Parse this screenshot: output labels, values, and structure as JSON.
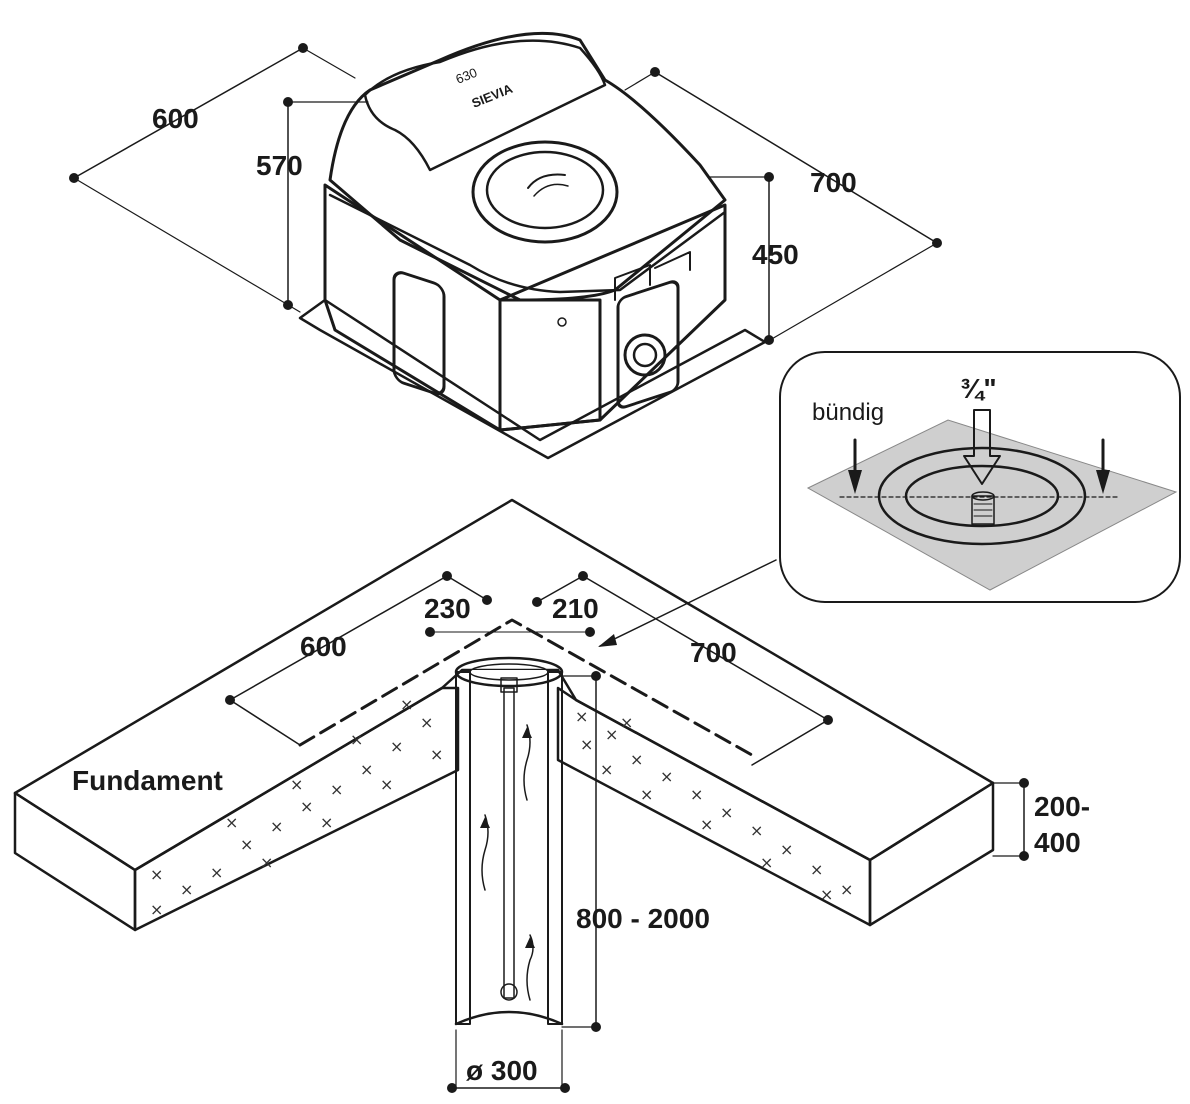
{
  "unit": {
    "model": "630",
    "brand": "SIEVIA"
  },
  "dimensions": {
    "top_width": "600",
    "top_height_back": "570",
    "top_depth": "700",
    "top_height_front": "450"
  },
  "inset": {
    "flush_label": "bündig",
    "pipe_size": "¾\""
  },
  "foundation": {
    "label": "Fundament",
    "width": "600",
    "depth": "700",
    "offset_left": "230",
    "offset_right": "210",
    "thickness_line1": "200-",
    "thickness_line2": "400",
    "pipe_depth": "800 - 2000",
    "pipe_diameter": "ø 300"
  },
  "colors": {
    "ink": "#1a1a1a",
    "concrete_fill": "#e2e2e2",
    "inset_plate": "#cfcfcf",
    "unit_fill": "#ffffff"
  }
}
